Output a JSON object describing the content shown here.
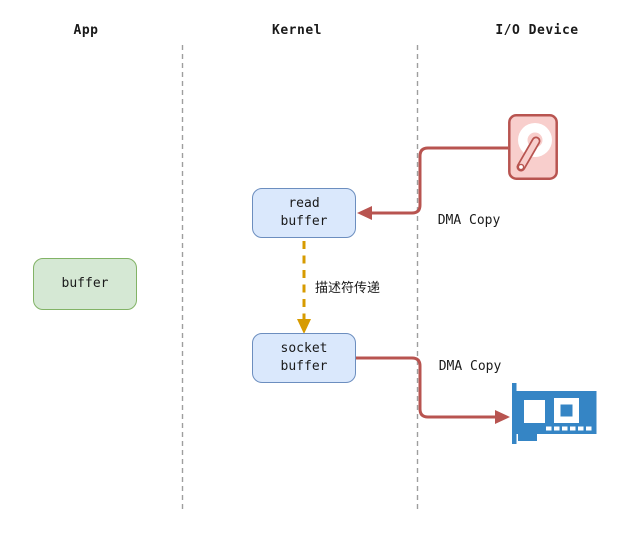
{
  "diagram": {
    "title_hint": "zero-copy sendfile data flow",
    "lanes": [
      {
        "label": "App"
      },
      {
        "label": "Kernel"
      },
      {
        "label": "I/O Device"
      }
    ],
    "nodes": {
      "app_buffer": {
        "label": "buffer"
      },
      "read_buffer": {
        "label": "read\nbuffer"
      },
      "socket_buffer": {
        "label": "socket\nbuffer"
      }
    },
    "edges": {
      "disk_to_read_buffer": {
        "label": "DMA Copy"
      },
      "read_to_socket_descriptor": {
        "label": "描述符传递"
      },
      "socket_to_nic": {
        "label": "DMA Copy"
      }
    },
    "icons": {
      "disk": "hard-disk-icon",
      "nic": "network-card-icon"
    },
    "colors": {
      "red_line": "#b85450",
      "pink_fill": "#f8cecc",
      "blue_fill": "#dae8fc",
      "blue_stroke": "#6c8ebf",
      "green_fill": "#d5e8d4",
      "green_stroke": "#82b366",
      "orange_dashed": "#d79b00",
      "nic_blue": "#3585c5",
      "lane_divider": "#9e9e9e",
      "text": "#1a1a1a",
      "background": "#ffffff"
    }
  }
}
